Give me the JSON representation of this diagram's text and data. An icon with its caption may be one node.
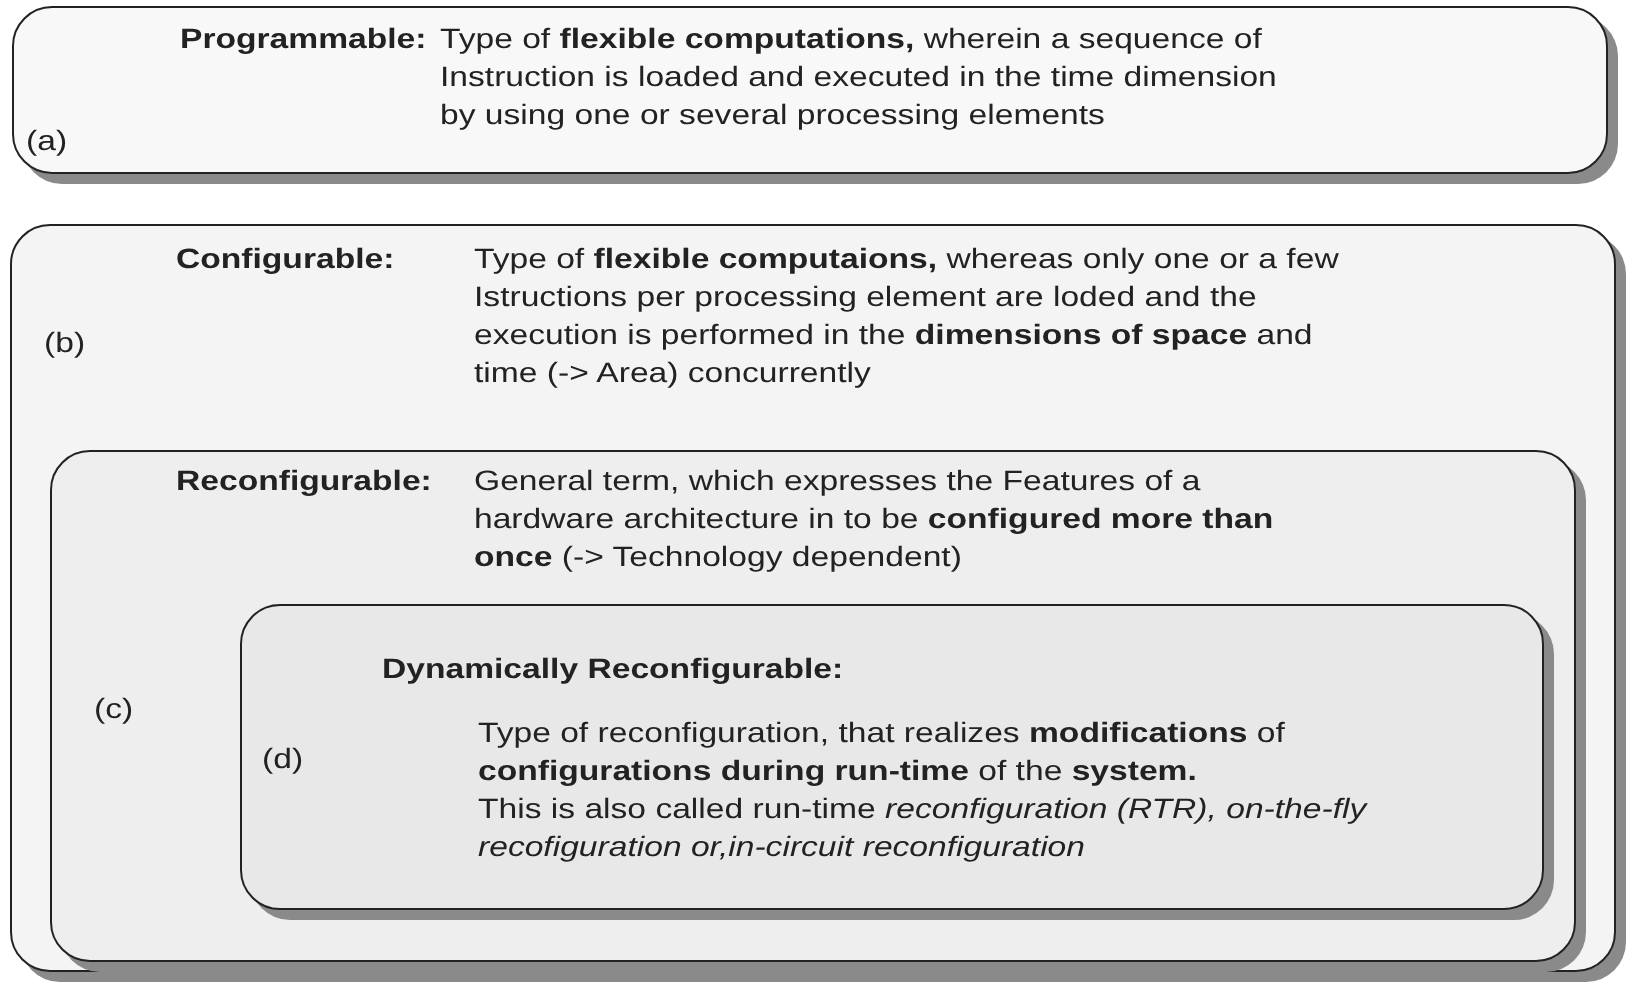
{
  "diagram": {
    "nodes": [
      {
        "text": [
          "(a)",
          "Programmable:",
          "Type of **flexible computations,** wherein a sequence of Instruction is loaded and executed in the time dimension by using one or several processing elements"
        ]
      },
      {
        "text": [
          "(b)",
          "Configurable:",
          "Type of **flexible computaions,** whereas only one or a few Istructions per processing element are loded and the execution is performed in the **dimensions of space** and time (-> Area) concurrently"
        ]
      },
      {
        "text": [
          "(c)",
          "Reconfigurable:",
          "General term, which expresses the Features of a hardware architecture in to be **configured more than once** (-> Technology dependent)"
        ],
        "in": 1
      },
      {
        "text": [
          "(d)",
          "Dynamically Reconfigurable:",
          "Type of reconfiguration, that realizes **modifications** of **configurations during run-time** of the **system.**",
          "This is also called run-time *reconfiguration (RTR), on-the-fly recofiguration or,in-circuit reconfiguration*"
        ],
        "in": 2
      }
    ]
  }
}
